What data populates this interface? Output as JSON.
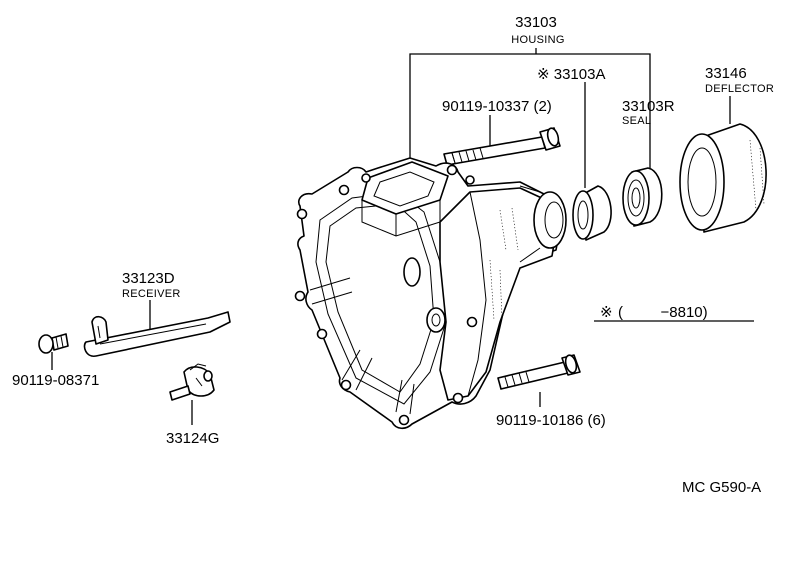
{
  "diagram": {
    "callouts": [
      {
        "id": "housing",
        "part_no": "33103",
        "name": "HOUSING"
      },
      {
        "id": "housing-alt",
        "part_no": "※ 33103A",
        "name": ""
      },
      {
        "id": "deflector",
        "part_no": "33146",
        "name": "DEFLECTOR"
      },
      {
        "id": "seal",
        "part_no": "33103R",
        "name": "SEAL"
      },
      {
        "id": "bolt-long",
        "part_no": "90119-10337 (2)",
        "name": ""
      },
      {
        "id": "receiver",
        "part_no": "33123D",
        "name": "RECEIVER"
      },
      {
        "id": "bolt-short",
        "part_no": "90119-08371",
        "name": ""
      },
      {
        "id": "bolt-lower",
        "part_no": "90119-10186 (6)",
        "name": ""
      },
      {
        "id": "clip",
        "part_no": "33124G",
        "name": ""
      }
    ],
    "note": {
      "mark": "※",
      "text": "(         −8810)"
    },
    "reference": "MC G590-A"
  }
}
